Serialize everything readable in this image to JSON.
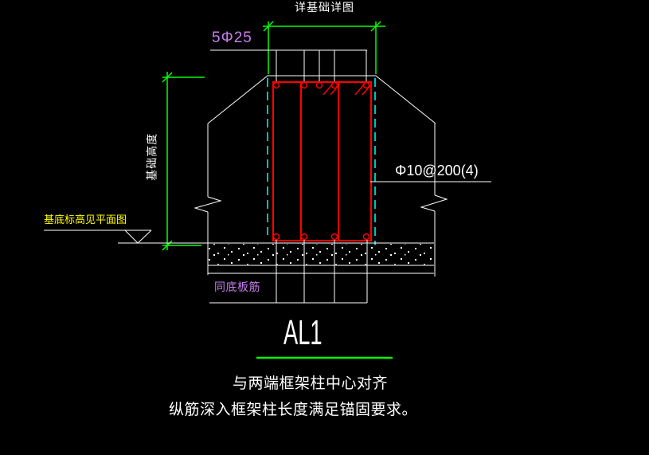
{
  "drawing": {
    "title": "详基础详图",
    "detail_name": "AL1",
    "labels": {
      "top_bars": "5Φ25",
      "stirrups": "Φ10@200(4)",
      "base_elevation": "基底标高见平面图",
      "foundation_height": "基础高度",
      "bottom_bars": "同底板筋"
    },
    "notes": [
      "与两端框架柱中心对齐",
      "纵筋深入框架柱长度满足锚固要求。"
    ],
    "colors": {
      "background": "#000000",
      "line_white": "#ffffff",
      "dimension_green": "#00ff00",
      "rebar_red": "#ff0000",
      "hidden_cyan": "#00ffff",
      "label_violet": "#c87df0",
      "label_yellow": "#ffff00"
    },
    "rebar_info": {
      "top_bar_sections": 5,
      "bottom_bar_sections": 4,
      "stirrup_legs": 4
    }
  }
}
